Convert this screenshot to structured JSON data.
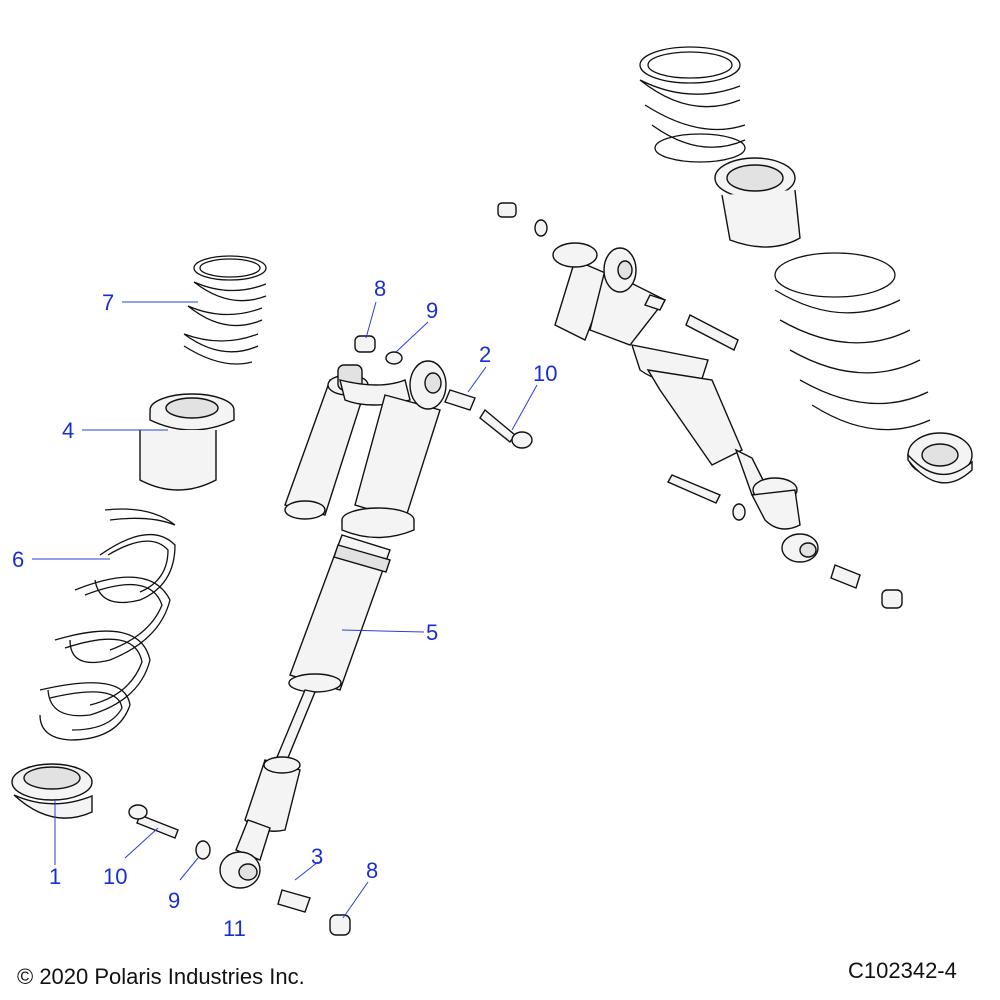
{
  "diagram": {
    "callouts": {
      "c1": "1",
      "c2": "2",
      "c3": "3",
      "c4": "4",
      "c5": "5",
      "c6": "6",
      "c7": "7",
      "c8a": "8",
      "c8b": "8",
      "c9a": "9",
      "c9b": "9",
      "c10a": "10",
      "c10b": "10",
      "c11": "11"
    },
    "copyright": "© 2020 Polaris Industries Inc.",
    "drawing_id": "C102342-4",
    "colors": {
      "callout": "#1a2fd0",
      "line": "#111111",
      "fill": "#f4f4f4"
    }
  }
}
